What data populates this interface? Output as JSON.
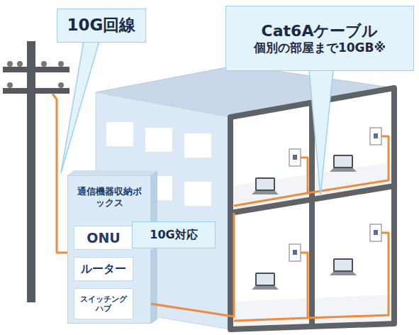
{
  "diagram": {
    "nodes": [
      {
        "text": [
          "通信機器収納ボックス"
        ]
      },
      {
        "text": [
          "ONU"
        ],
        "in": 0
      },
      {
        "text": [
          "ルーター"
        ],
        "in": 0
      },
      {
        "text": [
          "スイッチングハブ"
        ],
        "in": 0
      },
      {
        "text": [
          "10G回線"
        ]
      },
      {
        "text": [
          "Cat6Aケーブル",
          "個別の部屋まで10GB※"
        ]
      },
      {
        "text": [
          "10G対応"
        ]
      }
    ],
    "edges": [
      {
        "from": 6,
        "to": 2,
        "arrow": "none"
      }
    ]
  }
}
